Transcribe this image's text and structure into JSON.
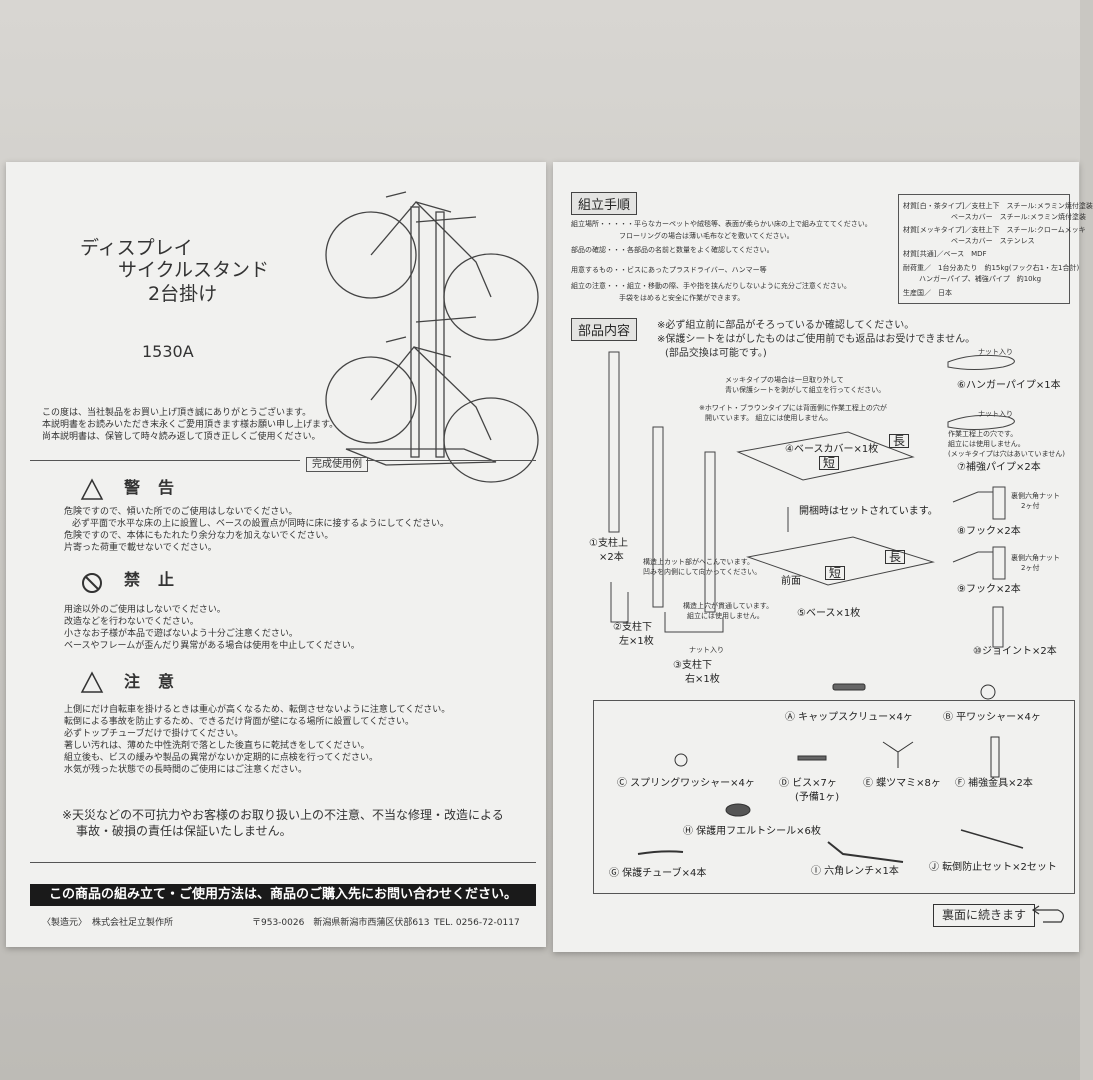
{
  "left": {
    "title_line1": "ディスプレイ",
    "title_line2": "サイクルスタンド",
    "title_line3": "2台掛け",
    "model": "1530A",
    "intro": [
      "この度は、当社製品をお買い上げ頂き誠にありがとうございます。",
      "本説明書をお読みいただき末永くご愛用頂きます様お願い申し上げます。",
      "尚本説明書は、保管して時々読み返して頂き正しくご使用ください。"
    ],
    "example_label": "完成使用例",
    "warning": {
      "title": "警告",
      "items": [
        "危険ですので、傾いた所でのご使用はしないでください。",
        "必ず平面で水平な床の上に設置し、ベースの設置点が同時に床に接するようにしてください。",
        "危険ですので、本体にもたれたり余分な力を加えないでください。",
        "片寄った荷重で載せないでください。"
      ]
    },
    "prohibition": {
      "title": "禁止",
      "items": [
        "用途以外のご使用はしないでください。",
        "改造などを行わないでください。",
        "小さなお子様が本品で遊ばないよう十分ご注意ください。",
        "ベースやフレームが歪んだり異常がある場合は使用を中止してください。"
      ]
    },
    "caution": {
      "title": "注意",
      "items": [
        "上側にだけ自転車を掛けるときは重心が高くなるため、転倒させないように注意してください。",
        "転倒による事故を防止するため、できるだけ背面が壁になる場所に設置してください。",
        "必ずトップチューブだけで掛けてください。",
        "著しい汚れは、薄めた中性洗剤で落とした後直ちに乾拭きをしてください。",
        "組立後も、ビスの緩みや製品の異常がないか定期的に点検を行ってください。",
        "水気が残った状態での長時間のご使用にはご注意ください。"
      ]
    },
    "disclaimer_line1": "※天災などの不可抗力やお客様のお取り扱い上の不注意、不当な修理・改造による",
    "disclaimer_line2": "事故・破損の責任は保証いたしません。",
    "bottom_bar": "この商品の組み立て・ご使用方法は、商品のご購入先にお問い合わせください。",
    "maker_label": "〈製造元〉",
    "maker_name": "株式会社足立製作所",
    "address": "〒953-0026　新潟県新潟市西蒲区伏部613",
    "tel": "TEL. 0256-72-0117"
  },
  "right": {
    "assembly_heading": "組立手順",
    "assembly": [
      "組立場所・・・・・平らなカーペットや絨毯等、表面が柔らかい床の上で組み立ててください。",
      "フローリングの場合は薄い毛布などを敷いてください。",
      "部品の確認・・・各部品の名前と数量をよく確認してください。",
      "用意するもの・・ビスにあったプラスドライバー、ハンマー等",
      "組立の注意・・・組立・移動の際、手や指を挟んだりしないように充分ご注意ください。",
      "手袋をはめると安全に作業ができます。"
    ],
    "specs": [
      "材質[白・茶タイプ]／支柱上下　スチール:メラミン焼付塗装",
      "ベースカバー　スチール:メラミン焼付塗装",
      "材質[メッキタイプ]／支柱上下　スチール:クロームメッキ",
      "ベースカバー　ステンレス",
      "材質[共通]／ベース　MDF",
      "耐荷重／　1台分あたり　約15kg(フック右1・左1合計)",
      "ハンガーパイプ、補強パイプ　約10kg",
      "生産国／　日本"
    ],
    "parts_heading": "部品内容",
    "parts_note1": "※必ず組立前に部品がそろっているか確認してください。",
    "parts_note2": "※保護シートをはがしたものはご使用前でも返品はお受けできません。",
    "parts_note3": "(部品交換は可能です。)",
    "plating_note1": "メッキタイプの場合は一旦取り外して",
    "plating_note2": "青い保護シートを剥がして組立を行ってください。",
    "white_note1": "※ホワイト・ブラウンタイプには背面側に作業工程上の穴が",
    "white_note2": "開いています。 組立には使用しません。",
    "shipped_note": "開梱時はセットされています。",
    "front_label": "前面",
    "long_label": "長",
    "short_label": "短",
    "nut_label": "ナット入り",
    "cut_note1": "構造上カット部がへこんでいます。",
    "cut_note2": "凹みを内側にして向かってください。",
    "hole_note1": "構造上穴が貫通しています。",
    "hole_note2": "組立には使用しません。",
    "reinforce_note1": "作業工程上の穴です。",
    "reinforce_note2": "組立には使用しません。",
    "reinforce_note3": "(メッキタイプは穴はあいていません)",
    "p1": "①支柱上",
    "p1b": "×2本",
    "p2": "②支柱下",
    "p2b": "左×1枚",
    "p3": "③支柱下",
    "p3b": "右×1枚",
    "p4": "④ベースカバー×1枚",
    "p5": "⑤ベース×1枚",
    "p6": "⑥ハンガーパイプ×1本",
    "p7": "⑦補強パイプ×2本",
    "p8": "⑧フック×2本",
    "p8n1": "裏側六角ナット",
    "p8n2": "2ヶ付",
    "p9": "⑨フック×2本",
    "p10": "⑩ジョイント×2本",
    "hw_a": "Ⓐ キャップスクリュー×4ヶ",
    "hw_b": "Ⓑ 平ワッシャー×4ヶ",
    "hw_c": "Ⓒ スプリングワッシャー×4ヶ",
    "hw_d": "Ⓓ ビス×7ヶ",
    "hw_d2": "(予備1ヶ)",
    "hw_e": "Ⓔ 蝶ツマミ×8ヶ",
    "hw_f": "Ⓕ 補強金具×2本",
    "hw_g": "Ⓖ 保護チューブ×4本",
    "hw_h": "Ⓗ 保護用フエルトシール×6枚",
    "hw_i": "Ⓘ 六角レンチ×1本",
    "hw_j": "Ⓙ 転倒防止セット×2セット",
    "continue": "裏面に続きます"
  }
}
